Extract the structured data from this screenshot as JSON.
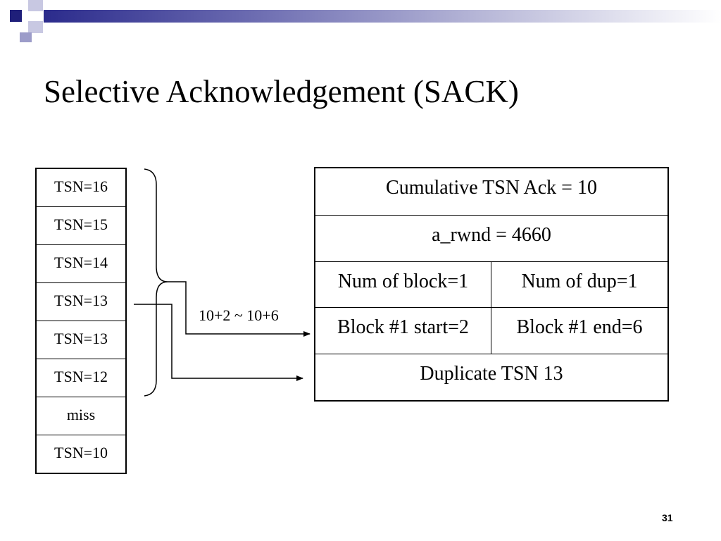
{
  "title": "Selective Acknowledgement (SACK)",
  "slide_number": "31",
  "colors": {
    "accent_dark": "#1f1f7a",
    "accent_light": "#9c9cc9",
    "text": "#000000"
  },
  "tsn_stack": [
    "TSN=16",
    "TSN=15",
    "TSN=14",
    "TSN=13",
    "TSN=13",
    "TSN=12",
    "miss",
    "TSN=10"
  ],
  "sack_chunk": {
    "cumulative_ack": "Cumulative TSN Ack = 10",
    "a_rwnd": "a_rwnd = 4660",
    "num_blocks": "Num of block=1",
    "num_dups": "Num of dup=1",
    "block_start": "Block #1 start=2",
    "block_end": "Block #1 end=6",
    "duplicate": "Duplicate TSN 13"
  },
  "range_label": "10+2 ~ 10+6"
}
